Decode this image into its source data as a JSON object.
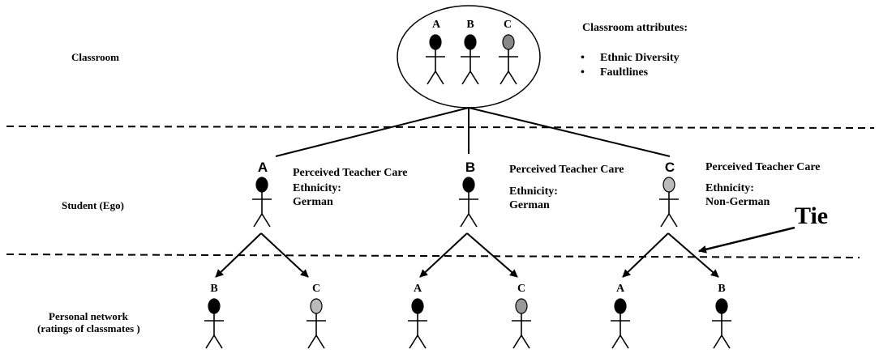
{
  "levels": {
    "classroom": "Classroom",
    "student": "Student (Ego)",
    "network_line1": "Personal network",
    "network_line2": "(ratings of classmates )"
  },
  "classroom": {
    "members": [
      {
        "letter": "A",
        "fill": "#000000"
      },
      {
        "letter": "B",
        "fill": "#000000"
      },
      {
        "letter": "C",
        "fill": "#888888"
      }
    ],
    "attributes_title": "Classroom attributes:",
    "bullet": "•",
    "attributes": [
      "Ethnic Diversity",
      "Faultlines"
    ]
  },
  "students": [
    {
      "letter": "A",
      "fill": "#000000",
      "care": "Perceived Teacher Care",
      "eth_label": "Ethnicity:",
      "eth_value": "German",
      "network": [
        {
          "letter": "B",
          "fill": "#000000"
        },
        {
          "letter": "C",
          "fill": "#bbbbbb"
        }
      ]
    },
    {
      "letter": "B",
      "fill": "#000000",
      "care": "Perceived Teacher Care",
      "eth_label": "Ethnicity:",
      "eth_value": "German",
      "network": [
        {
          "letter": "A",
          "fill": "#000000"
        },
        {
          "letter": "C",
          "fill": "#999999"
        }
      ]
    },
    {
      "letter": "C",
      "fill": "#bbbbbb",
      "care": "Perceived Teacher Care",
      "eth_label": "Ethnicity:",
      "eth_value": "Non-German",
      "network": [
        {
          "letter": "A",
          "fill": "#000000"
        },
        {
          "letter": "B",
          "fill": "#000000"
        }
      ]
    }
  ],
  "tie_label": "Tie"
}
